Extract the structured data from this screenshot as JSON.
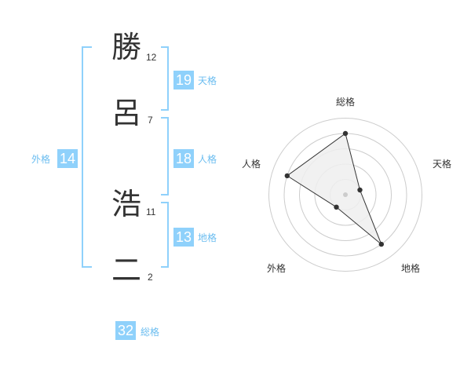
{
  "name_characters": [
    {
      "char": "勝",
      "strokes": "12"
    },
    {
      "char": "呂",
      "strokes": "7"
    },
    {
      "char": "浩",
      "strokes": "11"
    },
    {
      "char": "二",
      "strokes": "2"
    }
  ],
  "fortunes": {
    "tenkaku": {
      "value": "19",
      "label": "天格"
    },
    "jinkaku": {
      "value": "18",
      "label": "人格"
    },
    "chikaku": {
      "value": "13",
      "label": "地格"
    },
    "gaikaku": {
      "value": "14",
      "label": "外格"
    },
    "soukaku": {
      "value": "32",
      "label": "総格"
    }
  },
  "radar": {
    "axes": [
      "総格",
      "天格",
      "地格",
      "外格",
      "人格"
    ],
    "levels": 5,
    "values": [
      4,
      1,
      4,
      1,
      4
    ]
  },
  "colors": {
    "accent": "#8fd1fb",
    "bracket": "#8fd1fb",
    "grid": "#cccccc",
    "polygon_fill": "#eeeeee",
    "text": "#333333"
  }
}
